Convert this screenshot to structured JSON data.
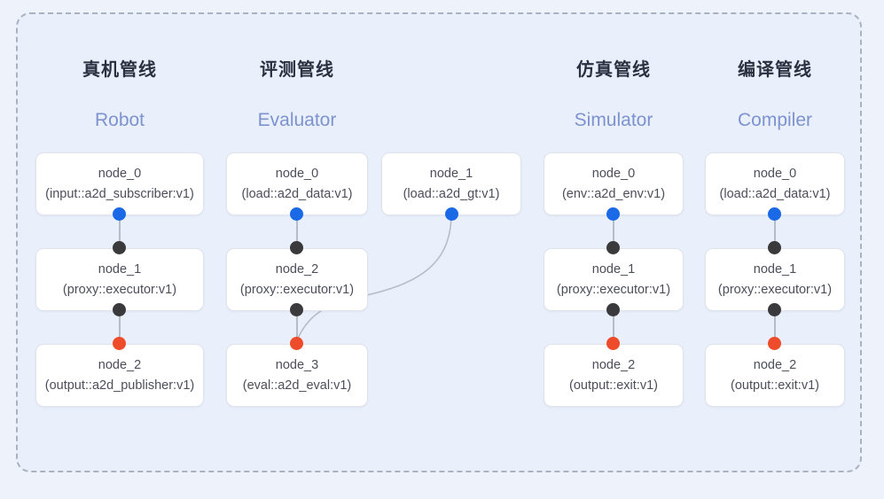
{
  "diagram": {
    "background_color": "#eef2fb",
    "panel_color": "#e9effb",
    "panel_border_color": "#aab2c0",
    "title_cn_color": "#2b3040",
    "title_en_color": "#7d93cf",
    "dot_colors": {
      "input": "#1a6ae8",
      "middle": "#3a3a3c",
      "output": "#ee4b2b"
    },
    "edge_color": "#b6bcc8"
  },
  "columns": [
    {
      "title_cn": "真机管线",
      "title_en": "Robot",
      "nodes": [
        {
          "id": "node_0",
          "type": "(input::a2d_subscriber:v1)"
        },
        {
          "id": "node_1",
          "type": "(proxy::executor:v1)"
        },
        {
          "id": "node_2",
          "type": "(output::a2d_publisher:v1)"
        }
      ]
    },
    {
      "title_cn": "评测管线",
      "title_en": "Evaluator",
      "nodes": [
        {
          "id": "node_0",
          "type": "(load::a2d_data:v1)"
        },
        {
          "id": "node_1",
          "type": "(load::a2d_gt:v1)"
        },
        {
          "id": "node_2",
          "type": "(proxy::executor:v1)"
        },
        {
          "id": "node_3",
          "type": "(eval::a2d_eval:v1)"
        }
      ]
    },
    {
      "title_cn": "仿真管线",
      "title_en": "Simulator",
      "nodes": [
        {
          "id": "node_0",
          "type": "(env::a2d_env:v1)"
        },
        {
          "id": "node_1",
          "type": "(proxy::executor:v1)"
        },
        {
          "id": "node_2",
          "type": "(output::exit:v1)"
        }
      ]
    },
    {
      "title_cn": "编译管线",
      "title_en": "Compiler",
      "nodes": [
        {
          "id": "node_0",
          "type": "(load::a2d_data:v1)"
        },
        {
          "id": "node_1",
          "type": "(proxy::executor:v1)"
        },
        {
          "id": "node_2",
          "type": "(output::exit:v1)"
        }
      ]
    }
  ]
}
